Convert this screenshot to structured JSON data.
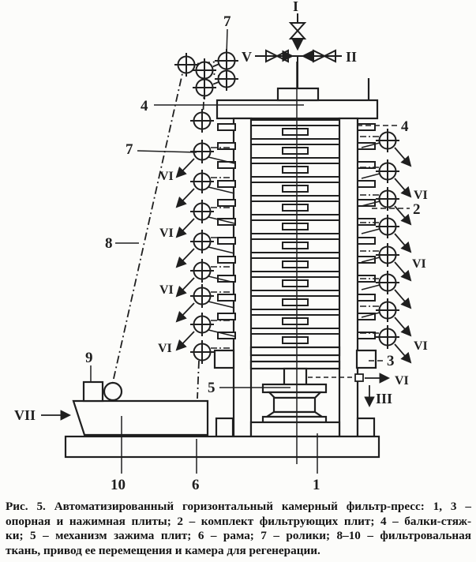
{
  "page": {
    "background_color": "#fcfcfa",
    "ink_color": "#1f1f1f",
    "figure_type": "technical line drawing, scanned book figure"
  },
  "labels": {
    "inlet_line": "I",
    "line_right": "II",
    "line_left": "V",
    "cloth_motion": "VI",
    "trough_feed": "VII",
    "discharge": "III",
    "support_plate": "1",
    "filter_plate_set": "2",
    "press_plate": "3",
    "tie_beam": "4",
    "clamp_mechanism": "5",
    "frame": "6",
    "rollers": "7",
    "filter_cloth": "8",
    "cloth_drive": "9",
    "regeneration_chamber": "10"
  },
  "caption": {
    "lines": [
      "Рис. 5. Автоматизированный горизонтальный камерный фильтр-пресс: 1, 3 –",
      "опорная и нажимная плиты; 2 – комплект фильтрующих плит; 4 – балки-стяж-",
      "ки; 5 – механизм зажима плит; 6 – рама; 7 – ролики; 8–10 – фильтровальная",
      "ткань, привод ее перемещения и камера для регенерации."
    ]
  }
}
